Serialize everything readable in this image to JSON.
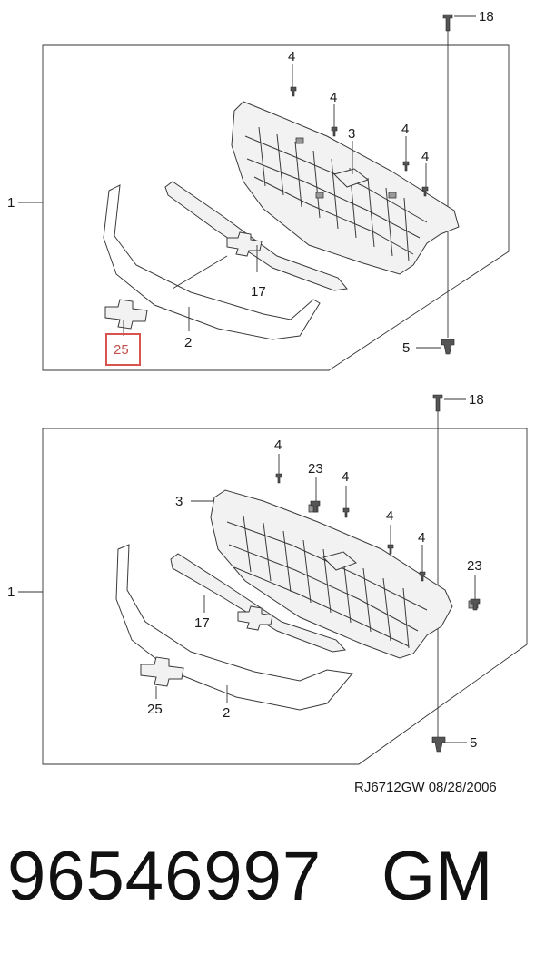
{
  "top_diagram": {
    "callouts": {
      "c1": "1",
      "c2": "2",
      "c3": "3",
      "c4a": "4",
      "c4b": "4",
      "c4c": "4",
      "c4d": "4",
      "c5": "5",
      "c17": "17",
      "c18": "18",
      "c25": "25"
    },
    "highlighted_callout": "25",
    "highlight_color": "#d9534f"
  },
  "bottom_diagram": {
    "callouts": {
      "c1": "1",
      "c2": "2",
      "c3": "3",
      "c4a": "4",
      "c4b": "4",
      "c4c": "4",
      "c4d": "4",
      "c5": "5",
      "c17": "17",
      "c18": "18",
      "c23a": "23",
      "c23b": "23",
      "c25": "25"
    }
  },
  "diagram_code": "RJ6712GW  08/28/2006",
  "footer": {
    "part_number": "96546997",
    "brand": "GM"
  }
}
